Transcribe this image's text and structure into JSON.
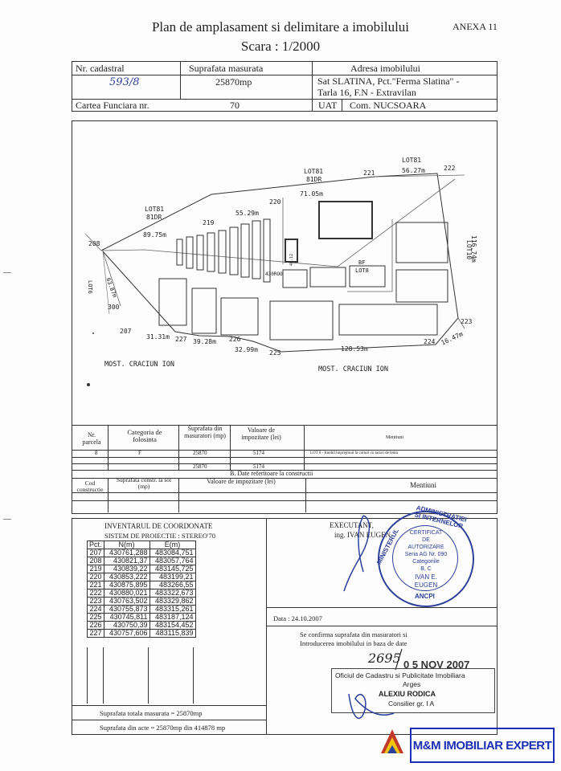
{
  "header": {
    "title": "Plan de amplasament si delimitare a imobilului",
    "scale": "Scara : 1/2000",
    "annex": "ANEXA 11"
  },
  "top_table": {
    "h_cadastral": "Nr. cadastral",
    "h_surface": "Suprafata masurata",
    "h_address": "Adresa imobilului",
    "cadastral_no": "593/8",
    "surface": "25870mp",
    "address_l1": "Sat  SLATINA,  Pct.\"Ferma Slatina\" -",
    "address_l2": "Tarla 16, F.N - Extravilan",
    "cf_label": "Cartea Funciara nr.",
    "cf_no": "70",
    "uat_label": "UAT",
    "uat_value": "Com.  NUCSOARA"
  },
  "map": {
    "labels": {
      "lot81_left": "LOT81",
      "lot81_left_sub": "81DR",
      "lot81_mid": "LOT81",
      "lot81_mid_sub": "81DR",
      "lot81_right": "LOT81",
      "lot10": "LOT10",
      "lot8": "LOT8",
      "lot6": "LOT6",
      "bf": "BF",
      "p208": "208",
      "p219": "219",
      "p220": "220",
      "p221": "221",
      "p222": "222",
      "p223": "223",
      "p224": "224",
      "p225": "225",
      "p226": "226",
      "p227": "227",
      "p207": "207",
      "p300": "300",
      "d_208_219": "89.75m",
      "d_219_220": "55.29m",
      "d_220_221": "71.05m",
      "d_221_222": "56.27m",
      "d_222_223": "116.74m",
      "d_223_224": "16.47m",
      "d_224_225": "128.53m",
      "d_225_226": "32.99m",
      "d_226_227": "39.28m",
      "d_227_207": "31.31m",
      "d_207_208": "63.87m",
      "craciun_left": "MOST. CRACIUN ION",
      "craciun_right": "MOST. CRACIUN ION",
      "small_430": "430ROO",
      "small_vert": "46.12"
    }
  },
  "section_a": {
    "h_parcel": "Nr. parcela",
    "h_category": "Categoria de folosinta",
    "h_surface": "Suprafata din masuratori (mp)",
    "h_value": "Valoare de impozitare (lei)",
    "h_mentions": "Mentiuni",
    "row_parcel": "8",
    "row_category": "F",
    "row_surface": "25870",
    "row_value": "5174",
    "row_mention": "LOT 8 - Imobil imprejmuit la colturi cu tarusi de lemn",
    "total_surface": "25870",
    "total_value": "5174",
    "section_b_title": "B.  Date referitoare la  constructii",
    "h_cod": "Cod constructie",
    "h_supr_constr": "Suprafata constr. la sol (mp)",
    "h_val_impoz": "Valoare de impozitare (lei)",
    "h_mentions_b": "Mentiuni"
  },
  "inventory": {
    "title": "INVENTARUL DE COORDONATE",
    "system": "SISTEM  DE PROIECTIE : STEREO'70",
    "h_pct": "Pct.",
    "h_n": "N(m)",
    "h_e": "E(m)",
    "rows": [
      [
        "207",
        "430761,288",
        "483084,751"
      ],
      [
        "208",
        "430821,37",
        "483057,764"
      ],
      [
        "219",
        "430839,22",
        "483145,725"
      ],
      [
        "220",
        "430853,222",
        "483199,21"
      ],
      [
        "221",
        "430875,895",
        "483266,55"
      ],
      [
        "222",
        "430880,021",
        "483322,673"
      ],
      [
        "223",
        "430763,502",
        "483329,862"
      ],
      [
        "224",
        "430755,873",
        "483315,261"
      ],
      [
        "225",
        "430745,811",
        "483187,124"
      ],
      [
        "226",
        "430750,39",
        "483154,452"
      ],
      [
        "227",
        "430757,606",
        "483115,839"
      ]
    ],
    "total_measured": "Suprafata totala masurata = 25870mp",
    "surface_acts": "Suprafata din acte = 25870mp din 414878 mp"
  },
  "executant": {
    "label": "EXECUTANT,",
    "name": "ing. IVAN  EUGEN",
    "date": "Data : 24.10.2007",
    "confirm_l1": "Se confirma suprafata din masuratori si",
    "confirm_l2": "Introducerea imobilului in baza de date"
  },
  "stamp": {
    "ring_top": "ADMINISTRATIEI SI INTERNELOR",
    "ring_left": "MINISTERUL",
    "ring_bottom": "ANCPI",
    "l1": "CERTIFICAT",
    "l2": "DE",
    "l3": "AUTORIZARE",
    "l4": "Seria AG Nr. 090",
    "l5": "Categoriile",
    "l6": "B, C",
    "l7": "IVAN E.",
    "l8": "EUGEN"
  },
  "office": {
    "hand_number": "2695",
    "date_stamp": "0 5  NOV  2007",
    "l1": "Oficiul de Cadastru si Publicitate Imobiliara",
    "l2": "Arges",
    "l3": "ALEXIU RODICA",
    "l4": "Consilier gr. I A"
  },
  "watermark": {
    "text": "M&M IMOBILIAR EXPERT",
    "color": "#1b2fb5"
  }
}
